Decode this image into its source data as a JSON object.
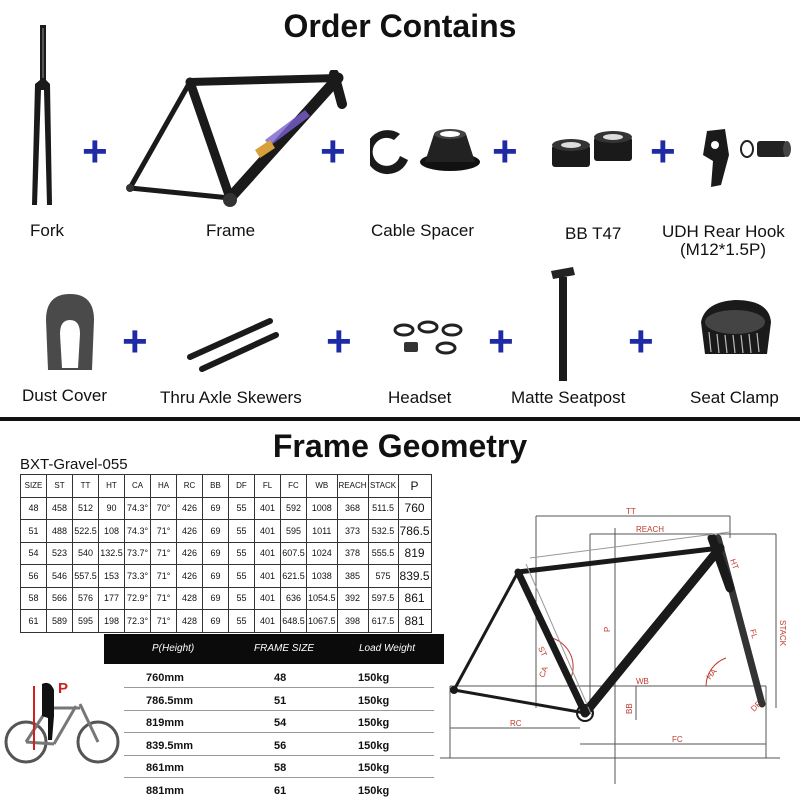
{
  "order_title": "Order Contains",
  "parts_row1": [
    {
      "label": "Fork",
      "icon": "fork-icon"
    },
    {
      "label": "Frame",
      "icon": "frame-icon"
    },
    {
      "label": "Cable Spacer",
      "icon": "cable-spacer-icon"
    },
    {
      "label": "BB T47",
      "icon": "bottom-bracket-icon"
    },
    {
      "label": "UDH Rear Hook",
      "sublabel": "(M12*1.5P)",
      "icon": "rear-hook-icon"
    }
  ],
  "parts_row2": [
    {
      "label": "Dust Cover",
      "icon": "dust-cover-icon"
    },
    {
      "label": "Thru Axle Skewers",
      "icon": "thru-axle-icon"
    },
    {
      "label": "Headset",
      "icon": "headset-icon"
    },
    {
      "label": "Matte Seatpost",
      "icon": "seatpost-icon"
    },
    {
      "label": "Seat Clamp",
      "icon": "seat-clamp-icon"
    }
  ],
  "plus_symbol": "+",
  "geometry_title": "Frame Geometry",
  "model": "BXT-Gravel-055",
  "geometry_table": {
    "headers": [
      "SIZE",
      "ST",
      "TT",
      "HT",
      "CA",
      "HA",
      "RC",
      "BB",
      "DF",
      "FL",
      "FC",
      "WB",
      "REACH",
      "STACK",
      "P"
    ],
    "rows": [
      [
        "48",
        "458",
        "512",
        "90",
        "74.3°",
        "70°",
        "426",
        "69",
        "55",
        "401",
        "592",
        "1008",
        "368",
        "511.5",
        "760"
      ],
      [
        "51",
        "488",
        "522.5",
        "108",
        "74.3°",
        "71°",
        "426",
        "69",
        "55",
        "401",
        "595",
        "1011",
        "373",
        "532.5",
        "786.5"
      ],
      [
        "54",
        "523",
        "540",
        "132.5",
        "73.7°",
        "71°",
        "426",
        "69",
        "55",
        "401",
        "607.5",
        "1024",
        "378",
        "555.5",
        "819"
      ],
      [
        "56",
        "546",
        "557.5",
        "153",
        "73.3°",
        "71°",
        "426",
        "69",
        "55",
        "401",
        "621.5",
        "1038",
        "385",
        "575",
        "839.5"
      ],
      [
        "58",
        "566",
        "576",
        "177",
        "72.9°",
        "71°",
        "428",
        "69",
        "55",
        "401",
        "636",
        "1054.5",
        "392",
        "597.5",
        "861"
      ],
      [
        "61",
        "589",
        "595",
        "198",
        "72.3°",
        "71°",
        "428",
        "69",
        "55",
        "401",
        "648.5",
        "1067.5",
        "398",
        "617.5",
        "881"
      ]
    ]
  },
  "load_table": {
    "headers": [
      "P(Height)",
      "FRAME SIZE",
      "Load Weight"
    ],
    "rows": [
      [
        "760mm",
        "48",
        "150kg"
      ],
      [
        "786.5mm",
        "51",
        "150kg"
      ],
      [
        "819mm",
        "54",
        "150kg"
      ],
      [
        "839.5mm",
        "56",
        "150kg"
      ],
      [
        "861mm",
        "58",
        "150kg"
      ],
      [
        "881mm",
        "61",
        "150kg"
      ]
    ]
  },
  "rider_label": "P",
  "diagram_labels": {
    "tt": "TT",
    "reach": "REACH",
    "ht": "HT",
    "fl": "FL",
    "stack": "STACK",
    "st": "ST",
    "p": "P",
    "ca": "CA",
    "wb": "WB",
    "ha": "HA",
    "bb": "BB",
    "df": "DF",
    "rc": "RC",
    "fc": "FC"
  },
  "colors": {
    "plus": "#1f2aa6",
    "frame": "#1a1a1a",
    "dim_red": "#c0392b",
    "dim_line": "#555555"
  }
}
